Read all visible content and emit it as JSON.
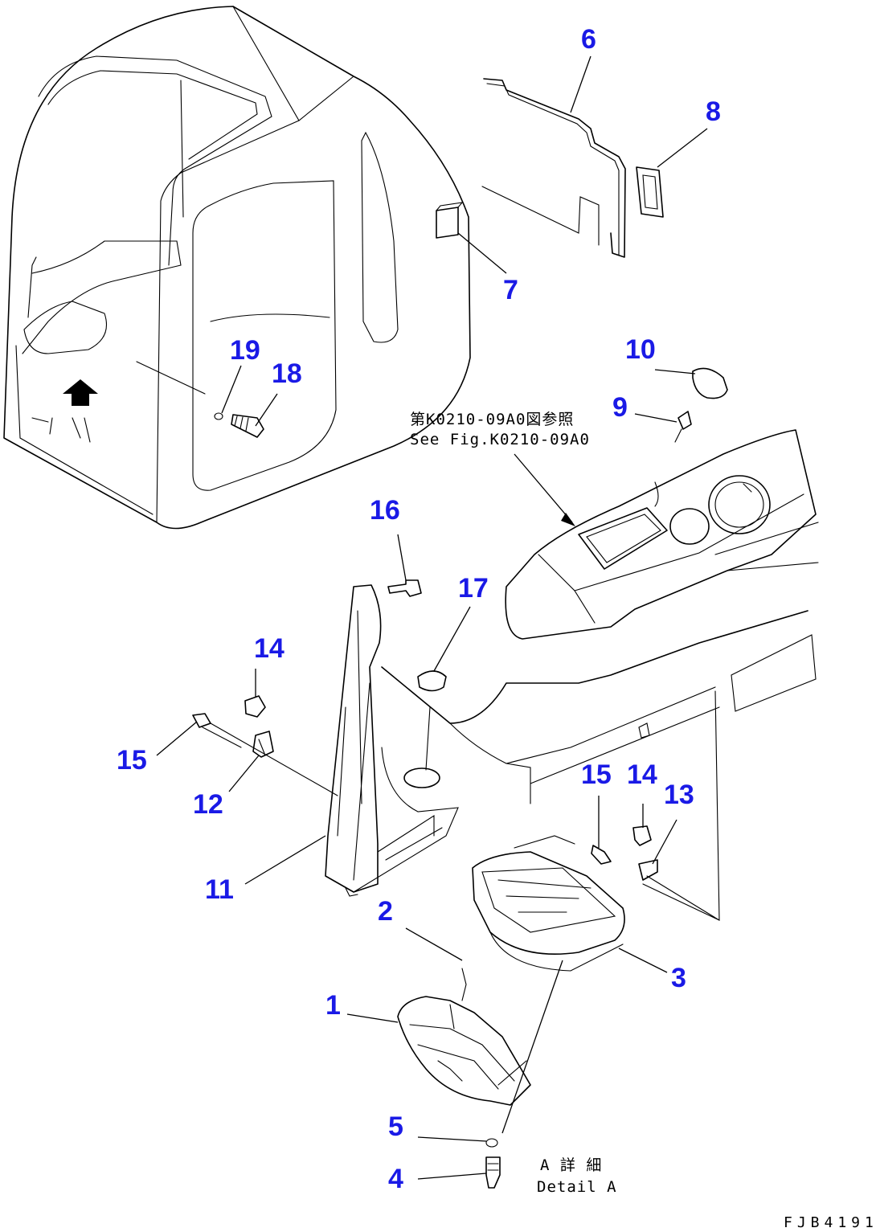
{
  "callouts": {
    "c1": "1",
    "c2": "2",
    "c3": "3",
    "c4": "4",
    "c5": "5",
    "c6": "6",
    "c7": "7",
    "c8": "8",
    "c9": "9",
    "c10": "10",
    "c11": "11",
    "c12": "12",
    "c13": "13",
    "c14a": "14",
    "c14b": "14",
    "c15a": "15",
    "c15b": "15",
    "c16": "16",
    "c17": "17",
    "c18": "18",
    "c19": "19"
  },
  "notes": {
    "see_fig_jp": "第K0210-09A0図参照",
    "see_fig_en": "See Fig.K0210-09A0",
    "detail_jp": "A 詳 細",
    "detail_en": "Detail A",
    "drawing_code": "FJB4191"
  },
  "colors": {
    "callout": "#1a1ae6",
    "line": "#000000"
  },
  "icons": {
    "front_arrow": "arrow-up-icon"
  }
}
